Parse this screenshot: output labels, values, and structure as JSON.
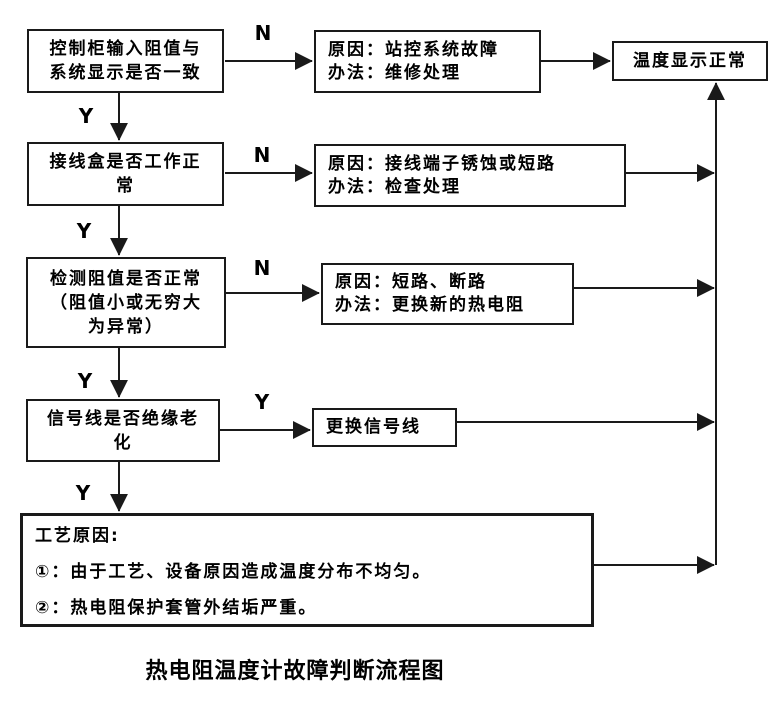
{
  "caption": "热电阻温度计故障判断流程图",
  "labels": {
    "yes": "Y",
    "no": "N"
  },
  "nodes": {
    "decisions": [
      "控制柜输入阻值与\n系统显示是否一致",
      "接线盒是否工作正\n常",
      "检测阻值是否正常\n（阻值小或无穷大\n为异常）",
      "信号线是否绝缘老\n化"
    ],
    "remedies": [
      "原因：站控系统故障\n办法：维修处理",
      "原因：接线端子锈蚀或短路\n办法：检查处理",
      "原因：短路、断路\n办法：更换新的热电阻",
      "更换信号线"
    ],
    "process": {
      "title": "工艺原因:",
      "item1": "①：由于工艺、设备原因造成温度分布不均匀。",
      "item2": "②：热电阻保护套管外结垢严重。"
    },
    "end": "温度显示正常"
  },
  "colors": {
    "line": "#1a1a1a",
    "background": "#ffffff"
  }
}
